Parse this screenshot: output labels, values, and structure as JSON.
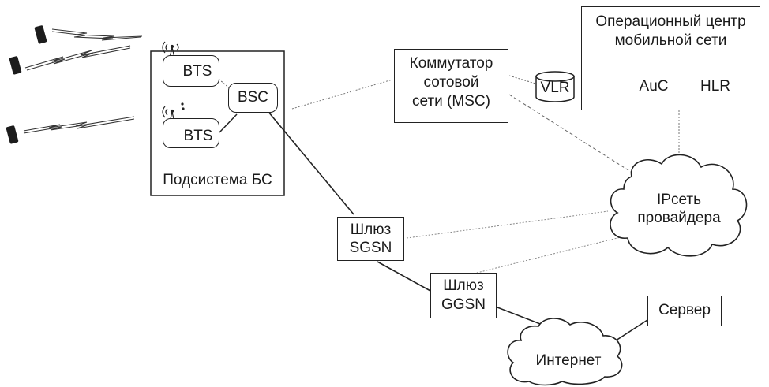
{
  "bss": {
    "bts_top": "BTS",
    "bts_bottom": "BTS",
    "bsc": "BSC",
    "caption": "Подсистема БС"
  },
  "msc": {
    "line1": "Коммутатор",
    "line2": "сотовой",
    "line3": "сети (MSC)"
  },
  "vlr": "VLR",
  "omc": {
    "line1": "Операционный центр",
    "line2": "мобильной сети",
    "auc": "AuC",
    "hlr": "HLR"
  },
  "ip_cloud": {
    "line1": "IPсеть",
    "line2": "провайдера"
  },
  "sgsn": {
    "line1": "Шлюз",
    "line2": "SGSN"
  },
  "ggsn": {
    "line1": "Шлюз",
    "line2": "GGSN"
  },
  "internet": "Интернет",
  "server": "Сервер"
}
